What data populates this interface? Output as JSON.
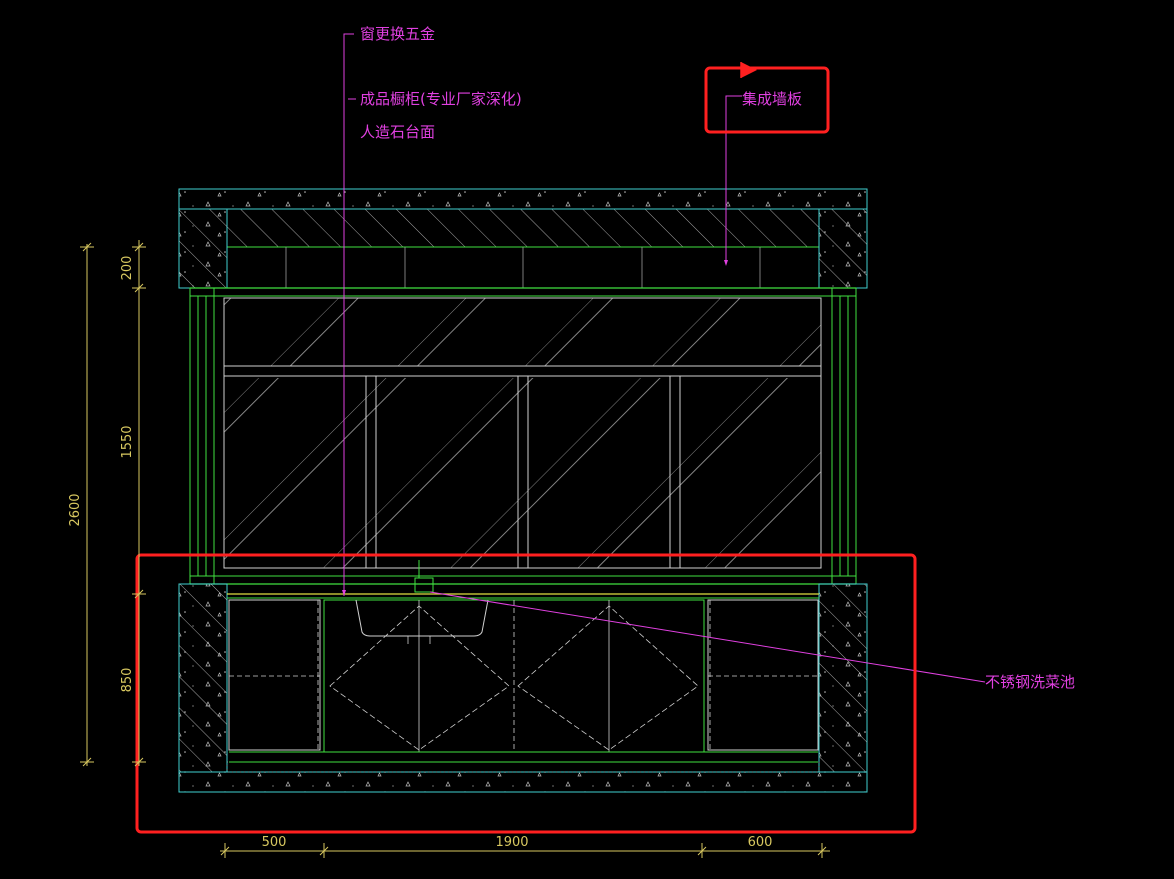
{
  "annotations": {
    "window_hardware": "窗更换五金",
    "cabinet": "成品橱柜(专业厂家深化)",
    "countertop": "人造石台面",
    "wall_panel": "集成墙板",
    "sink": "不锈钢洗菜池"
  },
  "dimensions": {
    "vertical": {
      "total": "2600",
      "upper": "200",
      "middle": "1550",
      "lower": "850"
    },
    "horizontal": {
      "left": "500",
      "center": "1900",
      "right": "600"
    }
  },
  "colors": {
    "background": "#000000",
    "wall_cyan": "#40d0d0",
    "frame_green": "#40e040",
    "annotation_magenta": "#e040e0",
    "dimension_yellow": "#d8c860",
    "highlight_red": "#ff2020",
    "hatch_white": "#d0d0d0"
  },
  "icons": {
    "flag": "red-flag-icon"
  }
}
